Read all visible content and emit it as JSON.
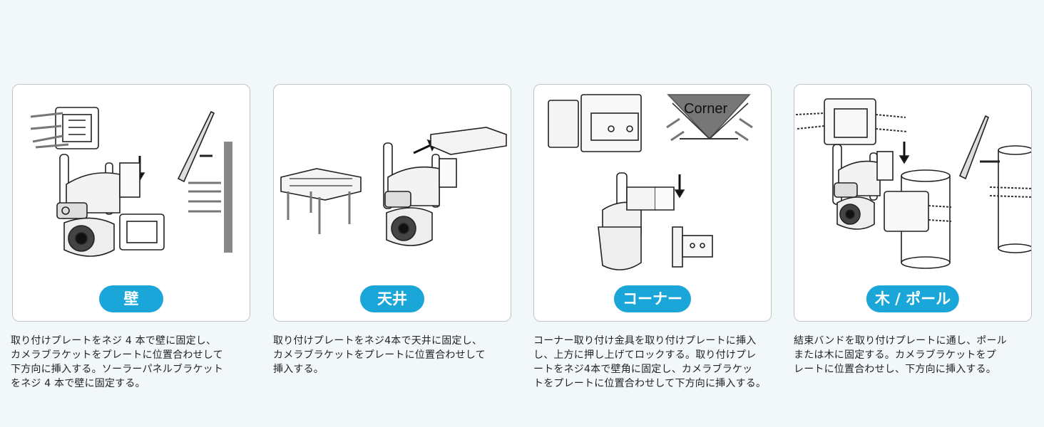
{
  "panels": [
    {
      "label": "壁",
      "description_lines": [
        "取り付けプレートをネジ 4 本で壁に固定し、",
        "カメラブラケットをプレートに位置合わせして",
        "下方向に挿入する。ソーラーパネルブラケット",
        "をネジ 4 本で壁に固定する。"
      ]
    },
    {
      "label": "天井",
      "description_lines": [
        "取り付けプレートをネジ4本で天井に固定し、",
        "カメラブラケットをプレートに位置合わせして",
        "挿入する。"
      ]
    },
    {
      "label": "コーナー",
      "corner_text": "Corner",
      "description_lines": [
        "コーナー取り付け金具を取り付けプレートに挿入",
        "し、上方に押し上げてロックする。取り付けプレ",
        "ートをネジ4本で壁角に固定し、カメラブラケッ",
        "トをプレートに位置合わせして下方向に挿入する。"
      ]
    },
    {
      "label": "木 / ポール",
      "description_lines": [
        "結束バンドを取り付けプレートに通し、ポール",
        "または木に固定する。カメラブラケットをプ",
        "レートに位置合わせし、下方向に挿入する。"
      ]
    }
  ],
  "colors": {
    "background": "#f2f8fa",
    "pill": "#1aa6d8",
    "pill_text": "#ffffff",
    "panel_border": "#bfc6ca",
    "text": "#222222"
  }
}
